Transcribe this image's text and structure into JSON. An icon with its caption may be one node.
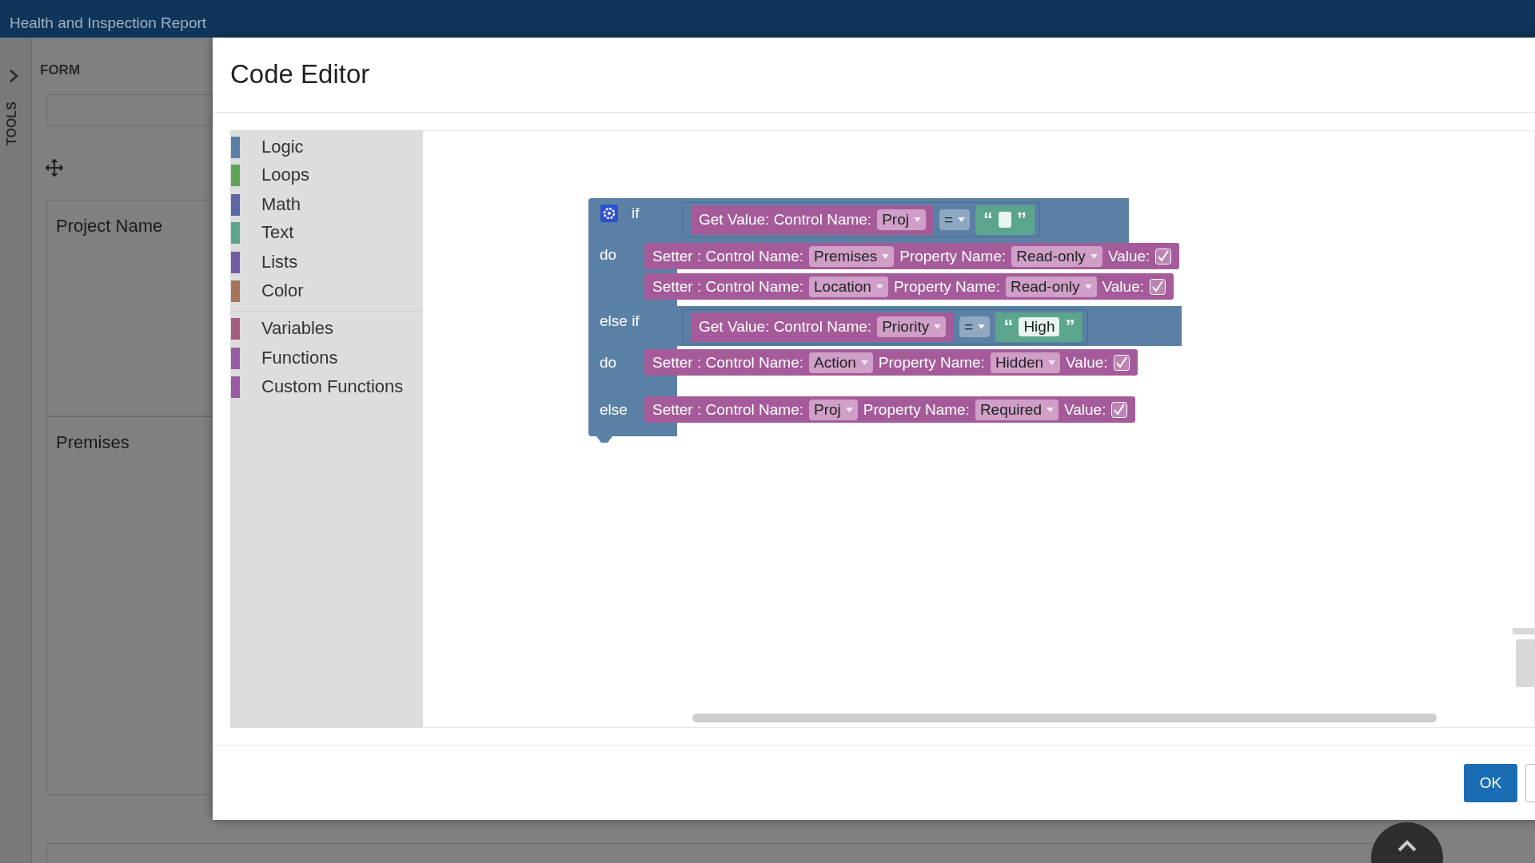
{
  "diagram": {
    "nodes": [
      {
        "text": [
          "if",
          "do",
          "else if",
          "do",
          "else"
        ]
      },
      {
        "text": [
          "="
        ],
        "in": 0
      },
      {
        "text": [
          "Get Value: Control Name:",
          "Proj"
        ],
        "in": 1
      },
      {
        "text": [
          "“",
          "”"
        ],
        "in": 1
      },
      {
        "text": [
          "Setter : Control Name:",
          "Premises",
          "Property Name:",
          "Read-only",
          "Value:"
        ],
        "in": 0
      },
      {
        "text": [
          "Setter : Control Name:",
          "Location",
          "Property Name:",
          "Read-only",
          "Value:"
        ],
        "in": 0
      },
      {
        "text": [
          "="
        ],
        "in": 0
      },
      {
        "text": [
          "Get Value: Control Name:",
          "Priority"
        ],
        "in": 6
      },
      {
        "text": [
          "“",
          "High",
          "”"
        ],
        "in": 6
      },
      {
        "text": [
          "Setter : Control Name:",
          "Action",
          "Property Name:",
          "Hidden",
          "Value:"
        ],
        "in": 0
      },
      {
        "text": [
          "Setter : Control Name:",
          "Proj",
          "Property Name:",
          "Required",
          "Value:"
        ],
        "in": 0
      }
    ],
    "labels": [
      "Health and Inspection Report",
      "TOOLS",
      "FORM",
      "Project Name",
      "Premises",
      "Code Editor",
      "OK"
    ],
    "legend": [
      {
        "text": "Logic",
        "color": "#5b80a5"
      },
      {
        "text": "Loops",
        "color": "#5ba55b"
      },
      {
        "text": "Math",
        "color": "#5b67a5"
      },
      {
        "text": "Text",
        "color": "#5ba58c"
      },
      {
        "text": "Lists",
        "color": "#745ba5"
      },
      {
        "text": "Color",
        "color": "#a5745b"
      },
      {
        "text": "Variables",
        "color": "#a55b80"
      },
      {
        "text": "Functions",
        "color": "#995ba5"
      },
      {
        "text": "Custom Functions",
        "color": "#9a5ba5"
      }
    ]
  }
}
